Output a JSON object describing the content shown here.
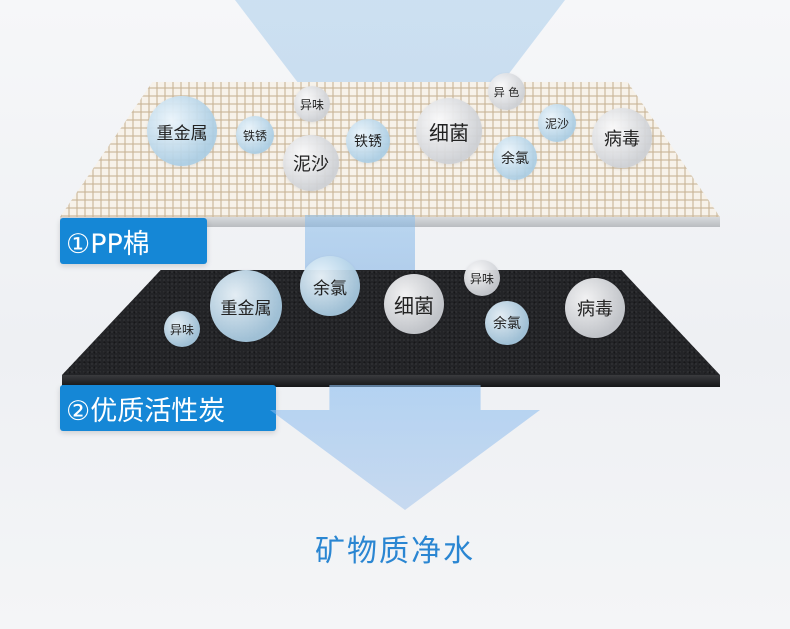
{
  "layers": {
    "pp": {
      "label": "①PP棉",
      "impurities": [
        "重金属",
        "铁锈",
        "异味",
        "泥沙",
        "铁锈",
        "细菌",
        "异 色",
        "余氯",
        "泥沙",
        "病毒"
      ]
    },
    "carbon": {
      "label": "②优质活性炭",
      "impurities": [
        "异味",
        "重金属",
        "余氯",
        "细菌",
        "异味",
        "余氯",
        "病毒"
      ]
    }
  },
  "result": {
    "label": "矿物质净水"
  }
}
